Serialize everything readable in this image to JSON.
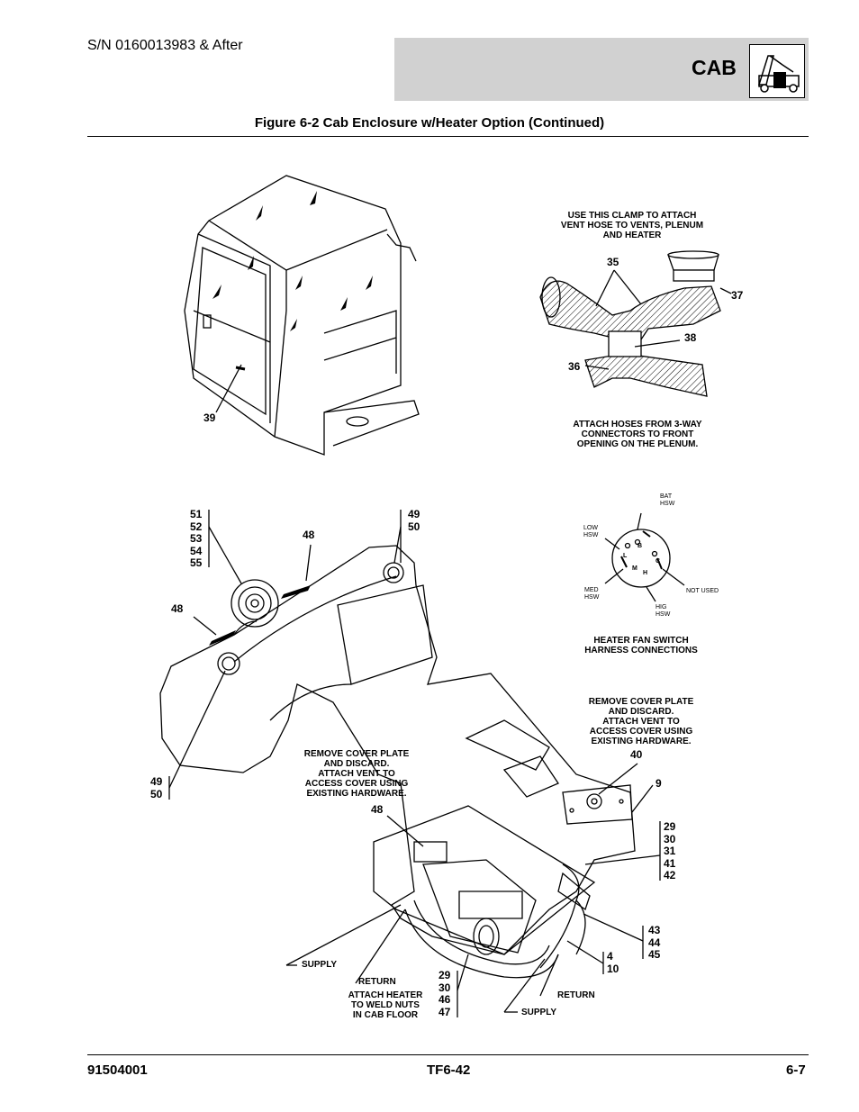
{
  "header": {
    "serial": "S/N 0160013983 & After",
    "section": "CAB",
    "section_icon": "cab-machine-icon"
  },
  "figure": {
    "title": "Figure 6-2 Cab Enclosure w/Heater Option (Continued)"
  },
  "callouts": {
    "c39": "39",
    "c35": "35",
    "c36": "36",
    "c37": "37",
    "c38": "38",
    "c48a": "48",
    "c48b": "48",
    "c48c": "48",
    "c40": "40",
    "c9": "9",
    "s51_55": "51\n52\n53\n54\n55",
    "s49_50_top": "49\n50",
    "s49_50_left": "49\n50",
    "s29_42": "29\n30\n31\n41\n42",
    "s43_45": "43\n44\n45",
    "s4_10": "4\n10",
    "s29_47": "29\n30\n46\n47"
  },
  "notes": {
    "clamp": "USE THIS CLAMP TO ATTACH\nVENT HOSE TO VENTS, PLENUM\nAND HEATER",
    "hoses": "ATTACH HOSES FROM 3-WAY\nCONNECTORS TO FRONT\nOPENING ON THE PLENUM.",
    "switch_title": "HEATER FAN SWITCH\nHARNESS CONNECTIONS",
    "cover_right": "REMOVE COVER PLATE\nAND DISCARD.\nATTACH VENT TO\nACCESS COVER USING\nEXISTING HARDWARE.",
    "cover_left": "REMOVE COVER PLATE\nAND DISCARD.\nATTACH VENT TO\nACCESS COVER USING\nEXISTING HARDWARE.",
    "attach_heater": "ATTACH HEATER\nTO WELD NUTS\nIN CAB FLOOR",
    "supply_left": "SUPPLY",
    "return_left": "RETURN",
    "return_right": "RETURN",
    "supply_right": "SUPPLY"
  },
  "switch": {
    "bat": "BAT\nHSW",
    "low": "LOW\nHSW",
    "med": "MED\nHSW",
    "hig": "HIG\nHSW",
    "not_used": "NOT USED",
    "pin_b": "B",
    "pin_l": "L",
    "pin_m": "M",
    "pin_h": "H",
    "pin_c": "C"
  },
  "footer": {
    "doc_number": "91504001",
    "model": "TF6-42",
    "page": "6-7"
  }
}
